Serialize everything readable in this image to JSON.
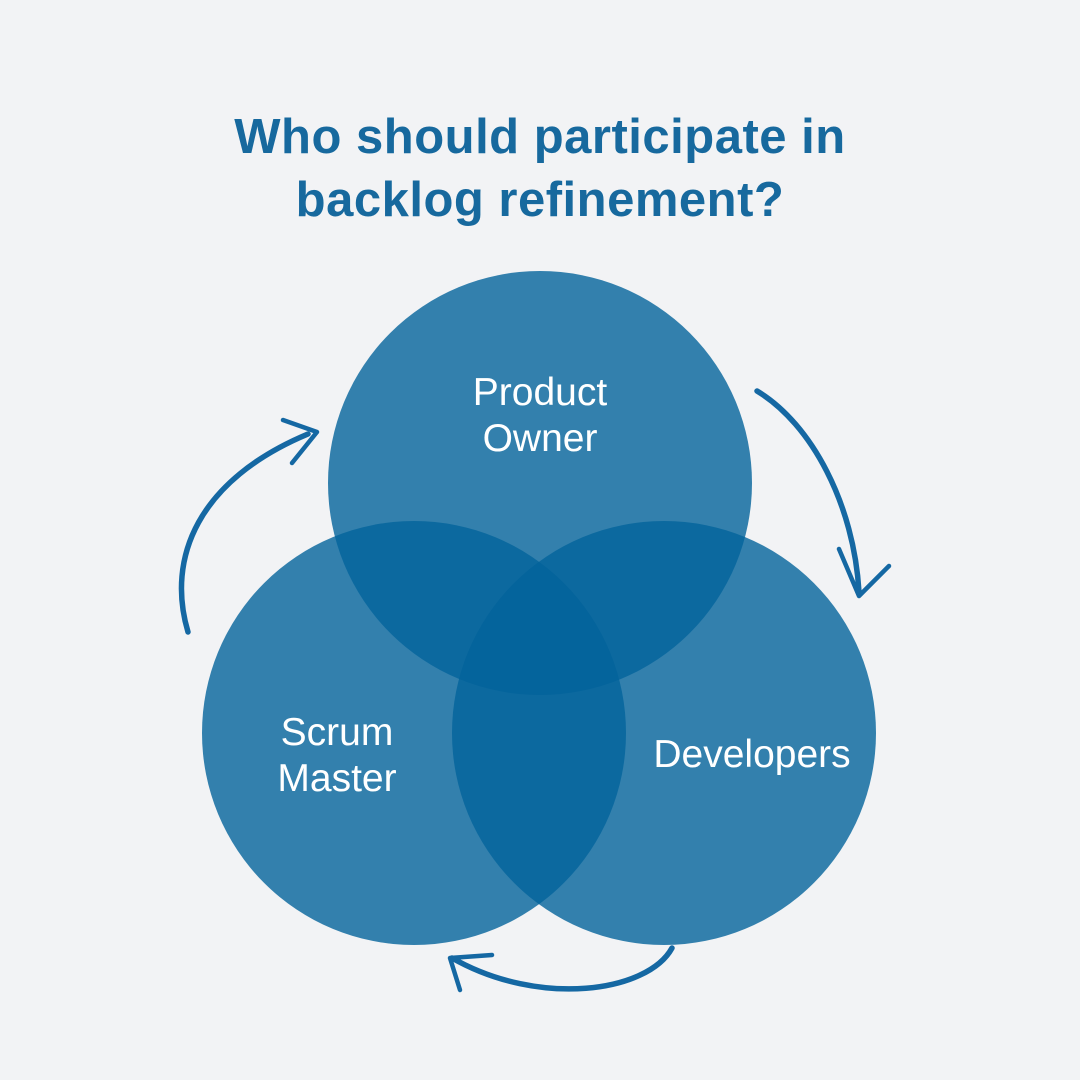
{
  "page": {
    "background_color": "#f2f3f5"
  },
  "title": {
    "full": "Who should participate in backlog refinement?",
    "line1": "Who should participate in",
    "line2": "backlog refinement?",
    "color": "#17699e"
  },
  "venn": {
    "circle_base_color": "#03639b",
    "circle_opacity": 0.8,
    "single_region_color": "#3380ad",
    "overlap_region_color": "#0d68a4",
    "label_color": "#ffffff",
    "labels": {
      "product_owner": {
        "line1": "Product",
        "line2": "Owner",
        "full": "Product Owner"
      },
      "scrum_master": {
        "line1": "Scrum",
        "line2": "Master",
        "full": "Scrum Master"
      },
      "developers": {
        "line1": "Developers",
        "full": "Developers"
      }
    }
  },
  "arrows": {
    "color": "#1568a3",
    "items": [
      {
        "name": "cycle-arrow-left",
        "direction": "curves up toward Product Owner"
      },
      {
        "name": "cycle-arrow-right",
        "direction": "curves down toward Developers"
      },
      {
        "name": "cycle-arrow-bottom",
        "direction": "curves left toward Scrum Master"
      }
    ]
  }
}
